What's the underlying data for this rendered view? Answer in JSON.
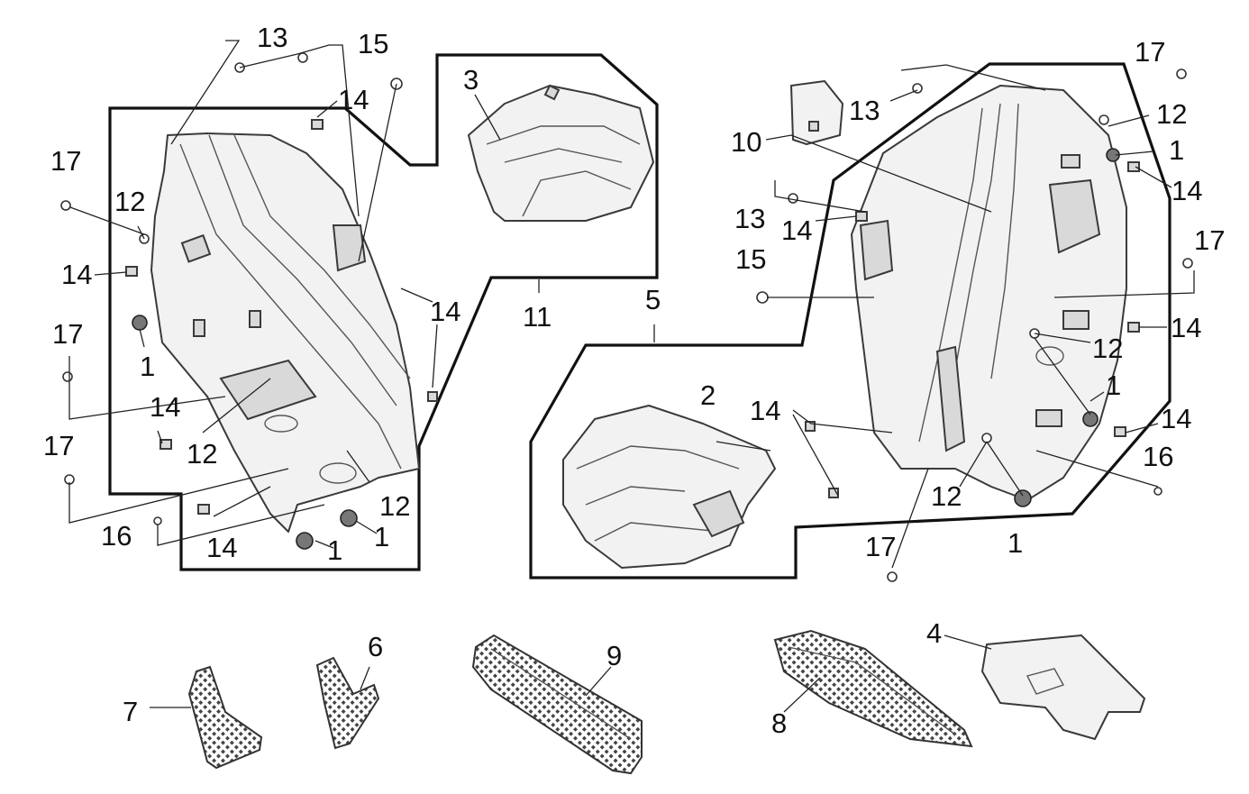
{
  "diagram": {
    "callouts": [
      {
        "id": "c13-l",
        "text": "13"
      },
      {
        "id": "c15-l",
        "text": "15"
      },
      {
        "id": "c14-l1",
        "text": "14"
      },
      {
        "id": "c17-l1",
        "text": "17"
      },
      {
        "id": "c12-l1",
        "text": "12"
      },
      {
        "id": "c14-l2",
        "text": "14"
      },
      {
        "id": "c17-l2",
        "text": "17"
      },
      {
        "id": "c1-l1",
        "text": "1"
      },
      {
        "id": "c14-l3",
        "text": "14"
      },
      {
        "id": "c14-l4",
        "text": "14"
      },
      {
        "id": "c12-l2",
        "text": "12"
      },
      {
        "id": "c17-l3",
        "text": "17"
      },
      {
        "id": "c12-l3",
        "text": "12"
      },
      {
        "id": "c16-l",
        "text": "16"
      },
      {
        "id": "c14-l5",
        "text": "14"
      },
      {
        "id": "c1-l2",
        "text": "1"
      },
      {
        "id": "c1-l3",
        "text": "1"
      },
      {
        "id": "c3",
        "text": "3"
      },
      {
        "id": "c11",
        "text": "11"
      },
      {
        "id": "c17-r1",
        "text": "17"
      },
      {
        "id": "c13-r1",
        "text": "13"
      },
      {
        "id": "c12-r1",
        "text": "12"
      },
      {
        "id": "c10",
        "text": "10"
      },
      {
        "id": "c1-r1",
        "text": "1"
      },
      {
        "id": "c14-r1",
        "text": "14"
      },
      {
        "id": "c13-r2",
        "text": "13"
      },
      {
        "id": "c14-r2",
        "text": "14"
      },
      {
        "id": "c17-r2",
        "text": "17"
      },
      {
        "id": "c15-r",
        "text": "15"
      },
      {
        "id": "c5",
        "text": "5"
      },
      {
        "id": "c14-r3",
        "text": "14"
      },
      {
        "id": "c12-r2",
        "text": "12"
      },
      {
        "id": "c1-r2",
        "text": "1"
      },
      {
        "id": "c2",
        "text": "2"
      },
      {
        "id": "c14-r4",
        "text": "14"
      },
      {
        "id": "c14-r5",
        "text": "14"
      },
      {
        "id": "c16-r",
        "text": "16"
      },
      {
        "id": "c12-r3",
        "text": "12"
      },
      {
        "id": "c1-r3",
        "text": "1"
      },
      {
        "id": "c17-r3",
        "text": "17"
      },
      {
        "id": "c4",
        "text": "4"
      },
      {
        "id": "c6",
        "text": "6"
      },
      {
        "id": "c9",
        "text": "9"
      },
      {
        "id": "c7",
        "text": "7"
      },
      {
        "id": "c8",
        "text": "8"
      }
    ]
  }
}
